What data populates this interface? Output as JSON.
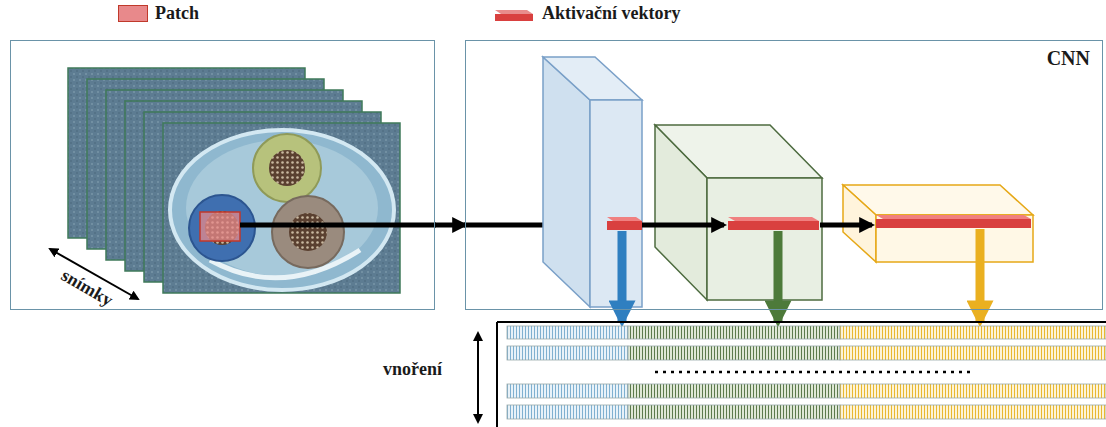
{
  "diagram": {
    "nodes": [
      {
        "text": [
          "snímky"
        ]
      },
      {
        "text": [
          "CNN"
        ]
      }
    ],
    "edges": [
      {
        "from": 0,
        "to": 1,
        "arrow": "to"
      }
    ],
    "labels": [
      "vnoření"
    ],
    "legend": [
      {
        "text": "Patch",
        "color": "#e8898b"
      },
      {
        "text": "Aktivační vektory",
        "color": "#d9403f"
      }
    ]
  }
}
